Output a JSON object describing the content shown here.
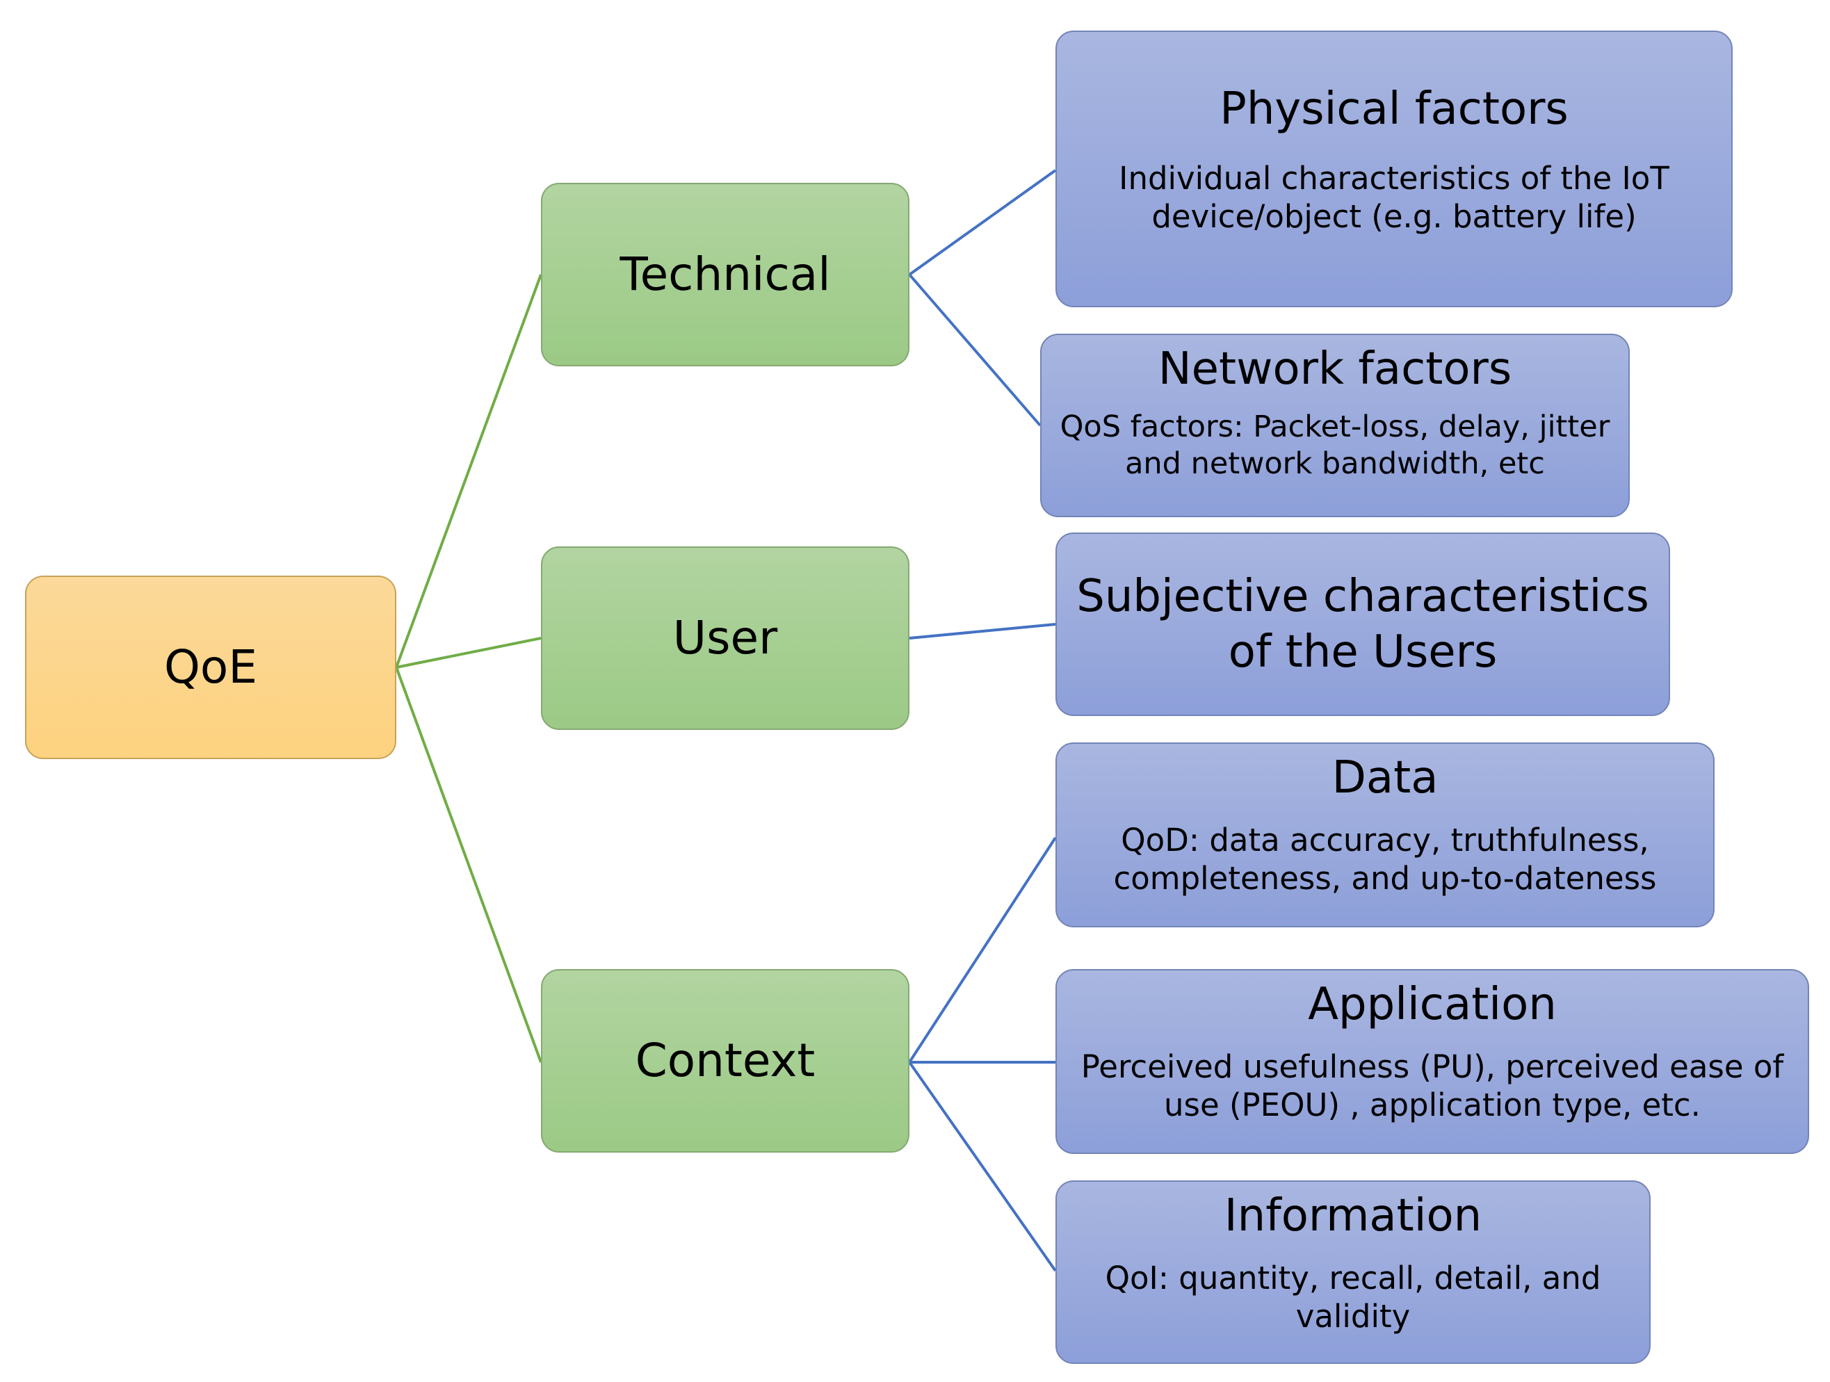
{
  "root": {
    "label": "QoE"
  },
  "categories": {
    "technical": {
      "label": "Technical"
    },
    "user": {
      "label": "User"
    },
    "context": {
      "label": "Context"
    }
  },
  "factors": {
    "physical": {
      "title": "Physical factors",
      "description": "Individual characteristics of the IoT device/object (e.g. battery life)"
    },
    "network": {
      "title": "Network factors",
      "description": "QoS factors: Packet-loss, delay, jitter and network bandwidth, etc"
    },
    "subjective": {
      "title": "Subjective characteristics of the Users"
    },
    "data": {
      "title": "Data",
      "description": "QoD: data accuracy, truthfulness, completeness, and up-to-dateness"
    },
    "application": {
      "title": "Application",
      "description": "Perceived usefulness (PU), perceived ease of use (PEOU) , application type, etc."
    },
    "information": {
      "title": "Information",
      "description": "QoI: quantity, recall, detail, and validity"
    }
  },
  "colors": {
    "root_fill": "#fdd78f",
    "category_fill": "#a6cf93",
    "factor_fill": "#9aaadc",
    "root_connector": "#70ad47",
    "factor_connector": "#4472c4"
  }
}
